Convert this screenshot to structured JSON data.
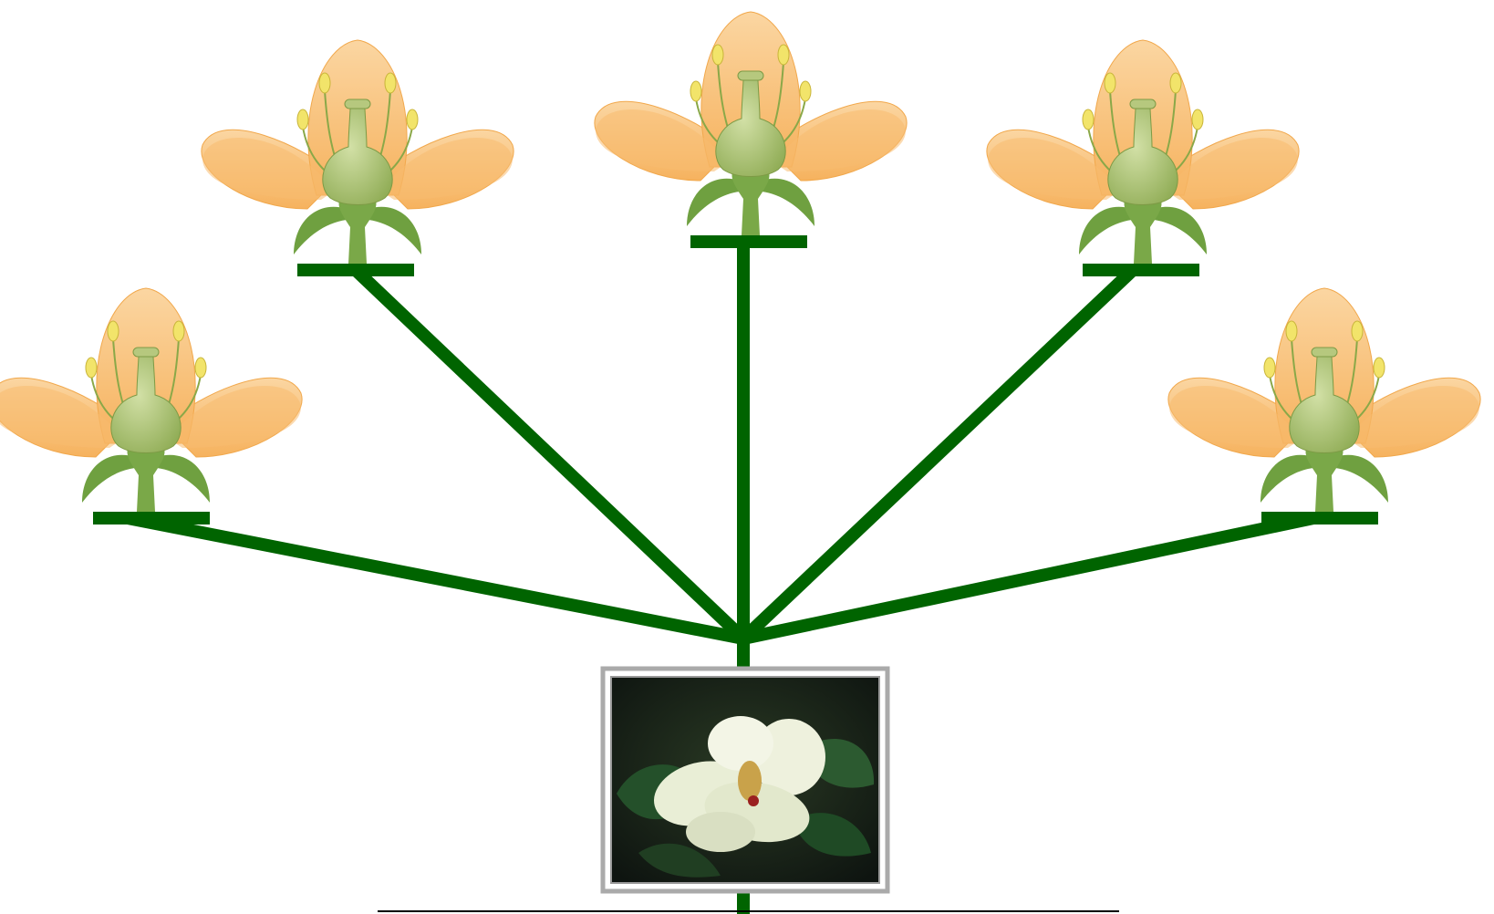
{
  "diagram": {
    "kind": "flower-phylogeny",
    "root_image": "magnolia-flower-photo",
    "leaf_count": 5,
    "leaf_icon": "flower-diagram-icon",
    "colors": {
      "branch": "#006400",
      "petal": "#F8B860",
      "petal_light": "#FCD9A8",
      "pistil": "#A8C070",
      "sepal": "#6FA040",
      "anther": "#F0E060",
      "frame": "#AAAAAA",
      "baseline": "#000000"
    }
  }
}
